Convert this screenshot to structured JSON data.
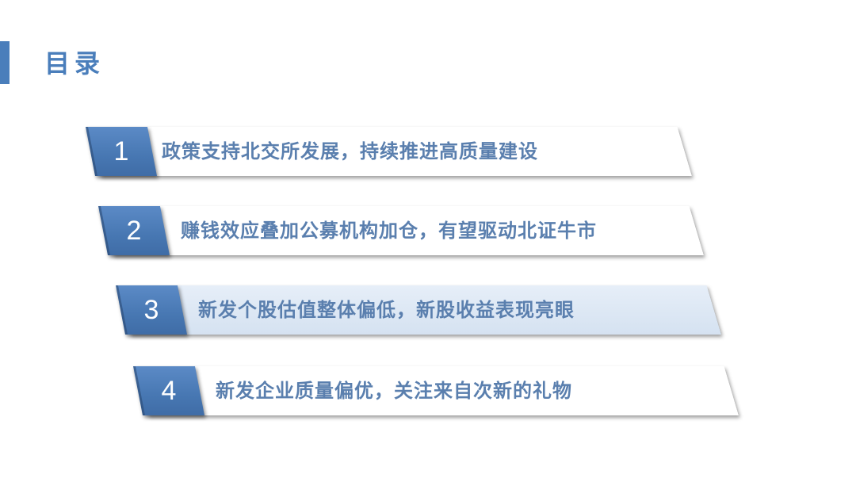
{
  "slide": {
    "title": "目录",
    "accent_color": "#4a7ebb",
    "text_color": "#5a7fae",
    "items": [
      {
        "number": "1",
        "label": "政策支持北交所发展，持续推进高质量建设",
        "active": false
      },
      {
        "number": "2",
        "label": "赚钱效应叠加公募机构加仓，有望驱动北证牛市",
        "active": false
      },
      {
        "number": "3",
        "label": "新发个股估值整体偏低，新股收益表现亮眼",
        "active": true
      },
      {
        "number": "4",
        "label": "新发企业质量偏优，关注来自次新的礼物",
        "active": false
      }
    ]
  }
}
